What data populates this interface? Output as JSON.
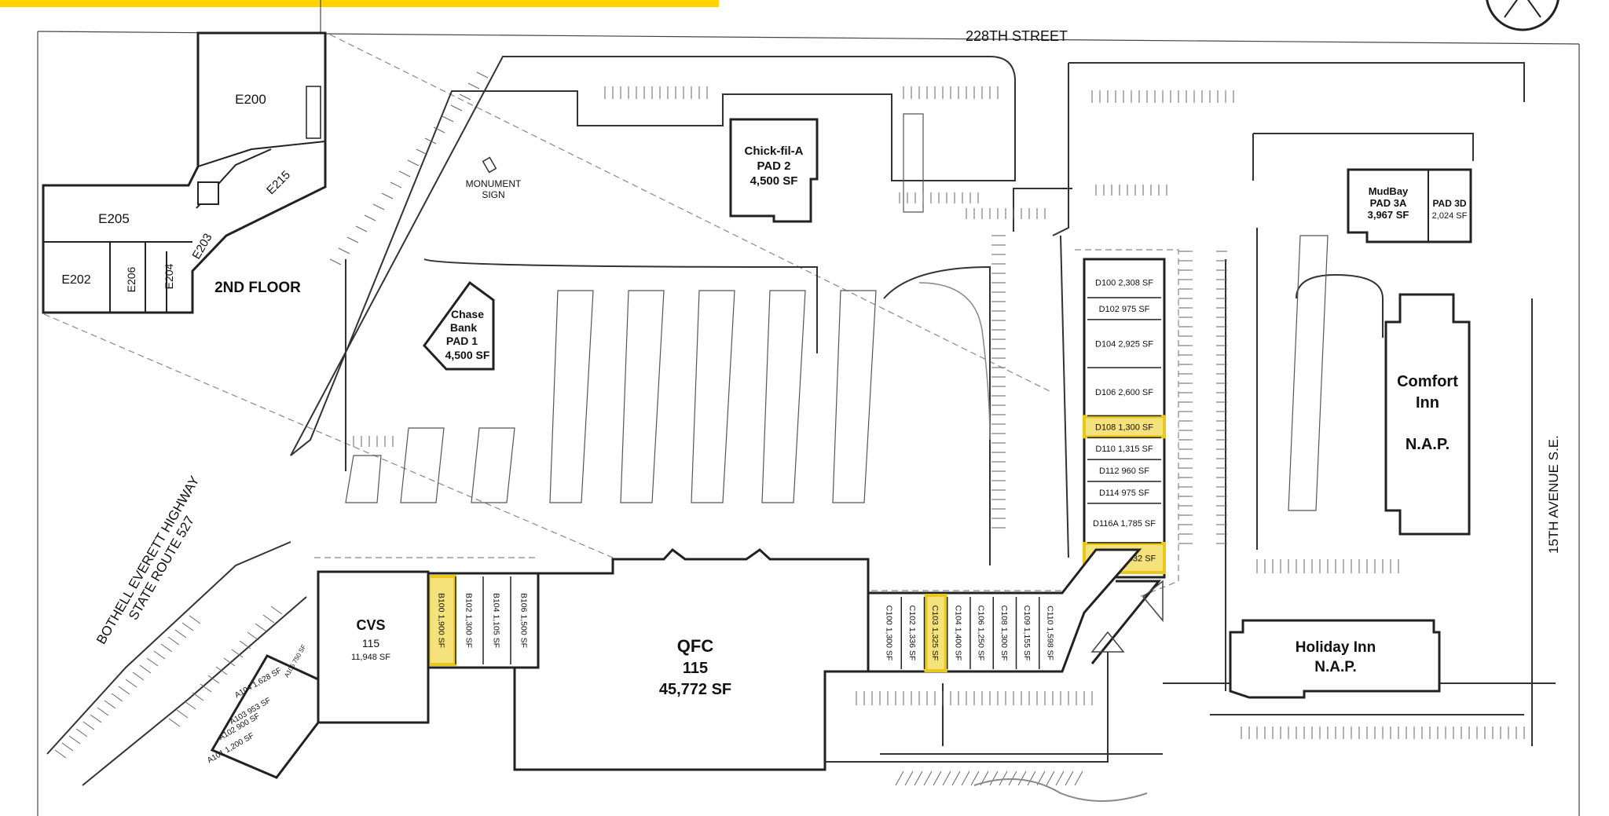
{
  "colors": {
    "highlight": "#F6E27A",
    "highlight_border": "#E8C81A",
    "top_bar": "#FFD400",
    "outline": "#222222"
  },
  "icons": {
    "compass": "compass-icon"
  },
  "streets": {
    "north": "228TH STREET",
    "east": "15TH AVENUE S.E.",
    "west_line1": "BOTHELL EVERETT HIGHWAY",
    "west_line2": "STATE ROUTE 527"
  },
  "second_floor": {
    "title": "2ND FLOOR",
    "units": [
      "E200",
      "E205",
      "E202",
      "E206",
      "E204",
      "E203",
      "E215"
    ]
  },
  "pads": {
    "chick": {
      "line1": "Chick-fil-A",
      "line2": "PAD 2",
      "line3": "4,500 SF"
    },
    "chase": {
      "line1": "Chase",
      "line2": "Bank",
      "line3": "PAD 1",
      "line4": "4,500 SF"
    },
    "mudbay": {
      "line1": "MudBay",
      "line2": "PAD 3A",
      "line3": "3,967 SF"
    },
    "pad3d": {
      "line1": "PAD 3D",
      "line2": "2,024 SF"
    }
  },
  "monument": {
    "line1": "MONUMENT",
    "line2": "SIGN"
  },
  "anchors": {
    "cvs": {
      "name": "CVS",
      "num": "115",
      "sf": "11,948 SF"
    },
    "qfc": {
      "name": "QFC",
      "num": "115",
      "sf": "45,772 SF"
    },
    "comfort": {
      "line1": "Comfort",
      "line2": "Inn",
      "line3": "N.A.P."
    },
    "holiday": {
      "line1": "Holiday Inn",
      "line2": "N.A.P."
    }
  },
  "d_units": [
    {
      "id": "D100",
      "sf": "2,308 SF",
      "highlight": false
    },
    {
      "id": "D102",
      "sf": "975 SF",
      "highlight": false
    },
    {
      "id": "D104",
      "sf": "2,925 SF",
      "highlight": false
    },
    {
      "id": "D106",
      "sf": "2,600 SF",
      "highlight": false
    },
    {
      "id": "D108",
      "sf": "1,300 SF",
      "highlight": true
    },
    {
      "id": "D110",
      "sf": "1,315 SF",
      "highlight": false
    },
    {
      "id": "D112",
      "sf": "960 SF",
      "highlight": false
    },
    {
      "id": "D114",
      "sf": "975 SF",
      "highlight": false
    },
    {
      "id": "D116A",
      "sf": "1,785 SF",
      "highlight": false
    },
    {
      "id": "D116B",
      "sf": "1,532 SF",
      "highlight": true
    }
  ],
  "c_units": [
    {
      "id": "C100",
      "sf": "1,300 SF",
      "highlight": false
    },
    {
      "id": "C102",
      "sf": "1,336 SF",
      "highlight": false
    },
    {
      "id": "C103",
      "sf": "1,325 SF",
      "highlight": true
    },
    {
      "id": "C104",
      "sf": "1,400 SF",
      "highlight": false
    },
    {
      "id": "C106",
      "sf": "1,250 SF",
      "highlight": false
    },
    {
      "id": "C108",
      "sf": "1,300 SF",
      "highlight": false
    },
    {
      "id": "C109",
      "sf": "1,155 SF",
      "highlight": false
    },
    {
      "id": "C110",
      "sf": "1,598 SF",
      "highlight": false
    }
  ],
  "b_units": [
    {
      "id": "B100",
      "sf": "1,900 SF",
      "highlight": true
    },
    {
      "id": "B102",
      "sf": "1,300 SF",
      "highlight": false
    },
    {
      "id": "B104",
      "sf": "1,105 SF",
      "highlight": false
    },
    {
      "id": "B106",
      "sf": "1,500 SF",
      "highlight": false
    }
  ],
  "a_units": [
    {
      "id": "A105",
      "sf": "750 SF"
    },
    {
      "id": "A104",
      "sf": "1,628 SF"
    },
    {
      "id": "A103",
      "sf": "953 SF"
    },
    {
      "id": "A102",
      "sf": "900 SF"
    },
    {
      "id": "A101",
      "sf": "1,200 SF"
    }
  ]
}
